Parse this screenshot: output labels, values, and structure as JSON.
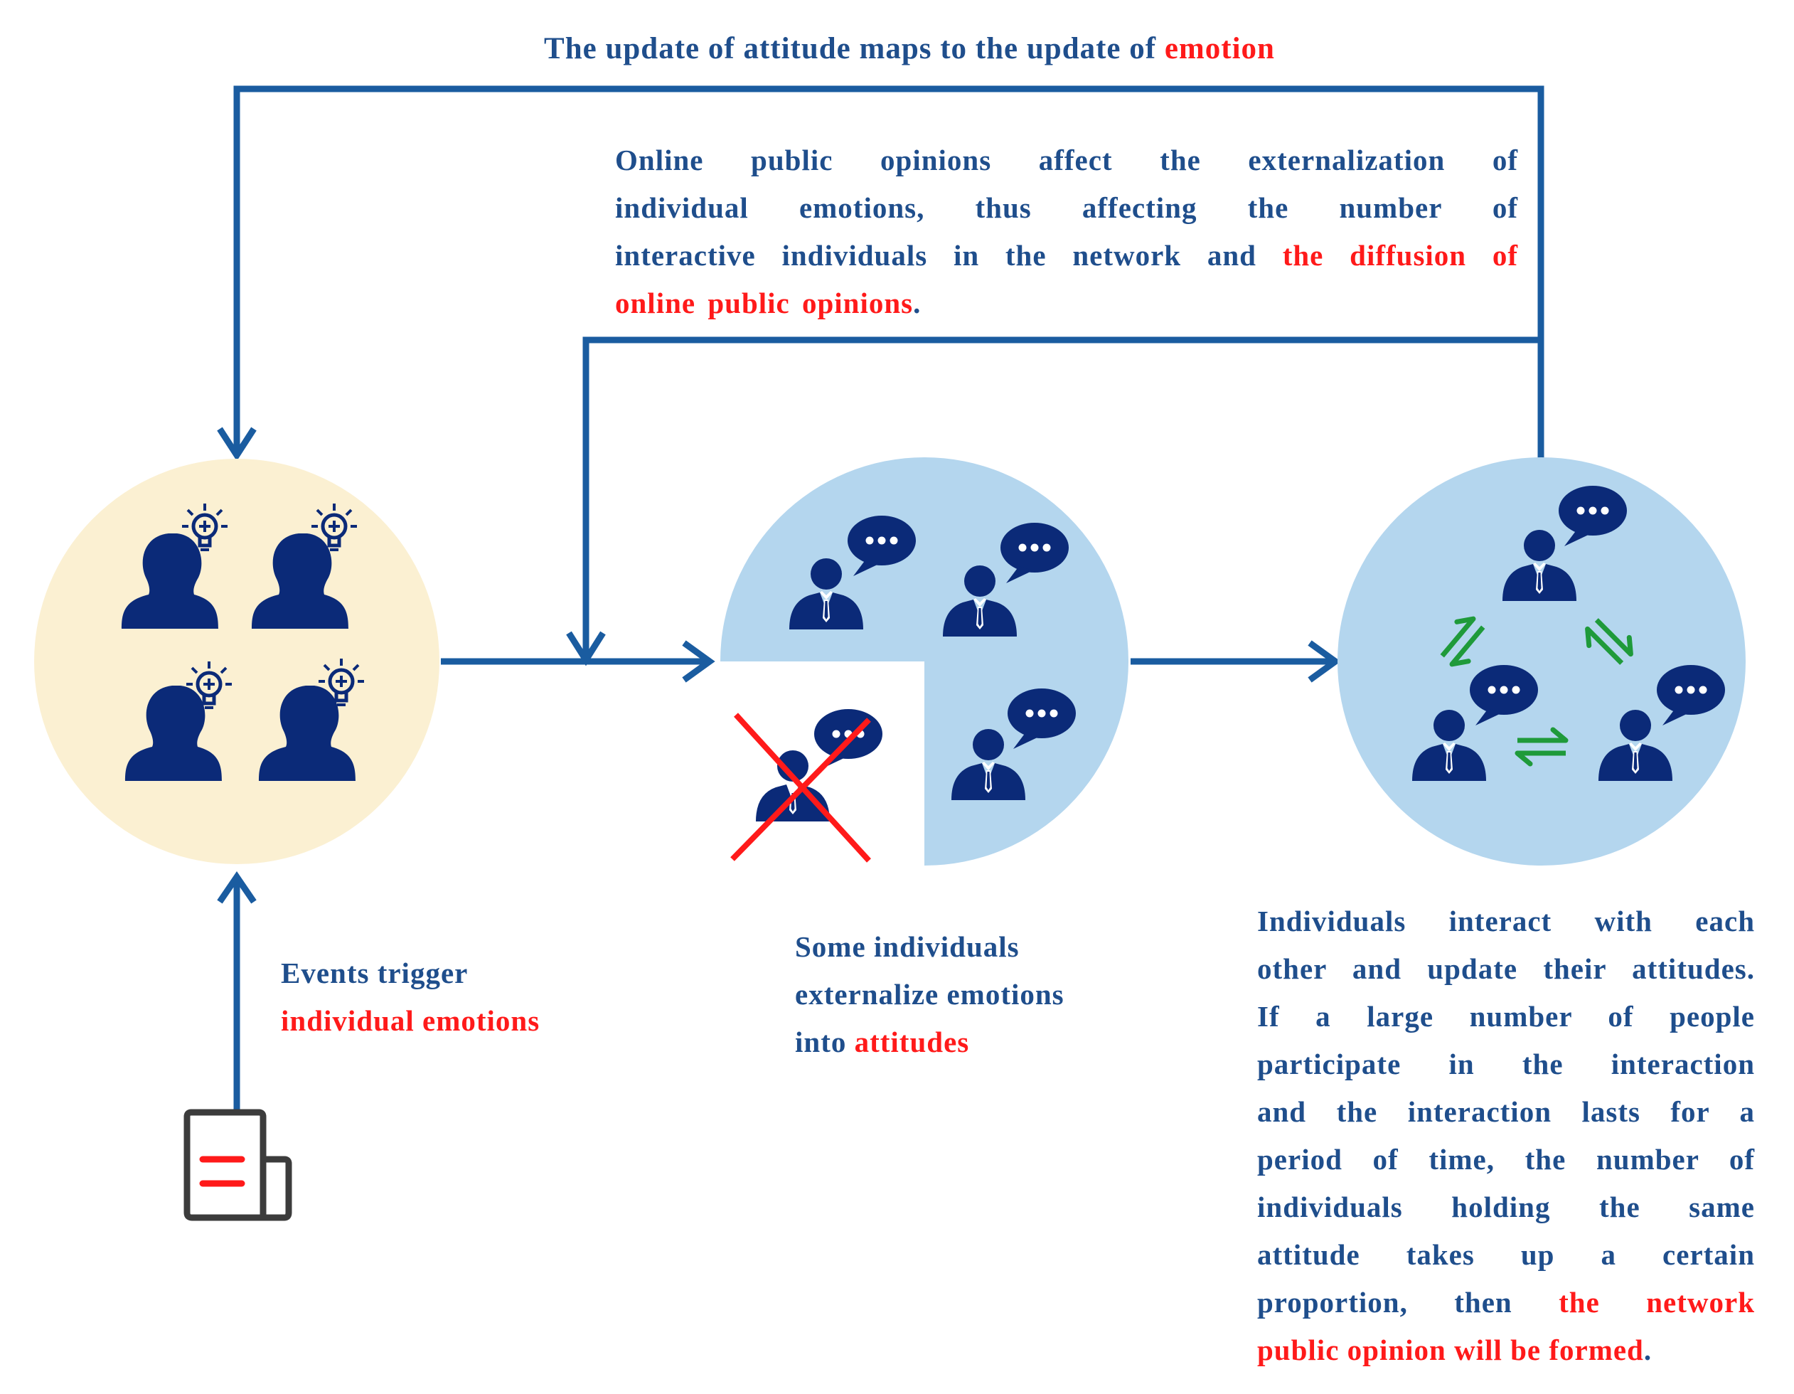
{
  "colors": {
    "flow_blue": "#1a5ca0",
    "text_blue": "#1f4e8c",
    "highlight_red": "#ff1a1a",
    "person_navy": "#0b2a78",
    "circle_left": "#fbf0d2",
    "circle_blue": "#b4d6ee",
    "exchange_green": "#1f9a3a",
    "newspaper_gray": "#3c3c3c"
  },
  "icons": {
    "thinking_person": "person-with-lightbulb-icon",
    "talking_person": "person-with-speech-bubble-icon",
    "removed_person": "crossed-out-person-icon",
    "exchange": "two-way-exchange-arrows-icon",
    "event": "newspaper-icon"
  },
  "feedback_top": {
    "text_plain": "The update of attitude maps to the update of ",
    "text_red": "emotion"
  },
  "feedback_inner": {
    "lines": [
      "Online public opinions affect the externalization of",
      "individual emotions, thus affecting the number of"
    ],
    "line3_plain": "interactive individuals in the network and ",
    "line3_red": "the diffusion of",
    "line4_red": "online public opinions",
    "line4_end": "."
  },
  "stage1": {
    "label_plain": "Events trigger",
    "label_red": "individual emotions"
  },
  "stage2": {
    "line1": "Some individuals",
    "line2": "externalize emotions",
    "line3_plain": "into ",
    "line3_red": "attitudes"
  },
  "stage3": {
    "lines": [
      "Individuals interact with each",
      "other and update their attitudes.",
      "If a large number of people",
      "participate in the interaction",
      "and the interaction lasts for a",
      "period of time, the number of",
      "individuals holding the same",
      "attitude takes up a certain"
    ],
    "line9_plain": "proportion, then ",
    "line9_red": "the network",
    "line10_red": "public opinion will be formed",
    "line10_end": "."
  }
}
